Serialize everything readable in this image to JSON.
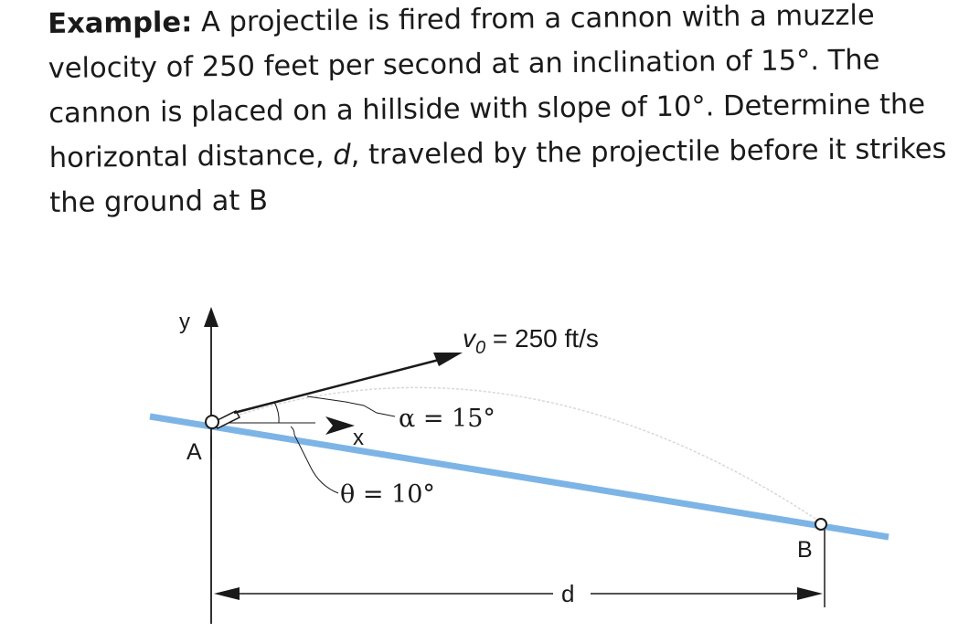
{
  "problem": {
    "heading": "Example:",
    "line1_rest": " A projectile is fired from a cannon with a muzzle",
    "line2": "velocity of 250 feet per second at an inclination of 15°.  The",
    "line3": "cannon is placed on a hillside with slope of 10°.  Determine the",
    "line4_pre": "horizontal distance, ",
    "line4_var": "d",
    "line4_post": ", traveled by the projectile before it strikes",
    "line5": "the ground at B"
  },
  "diagram": {
    "y_axis_label": "y",
    "x_axis_label": "x",
    "point_a_label": "A",
    "point_b_label": "B",
    "velocity_symbol": "v",
    "velocity_subscript": "0",
    "velocity_value": " = 250 ft/s",
    "alpha_label": "α = 15°",
    "theta_label": "θ = 10°",
    "distance_label": "d",
    "colors": {
      "hillside": "#7db4e6",
      "ink": "#1a1a1a",
      "trajectory": "#d8d8d8"
    }
  }
}
